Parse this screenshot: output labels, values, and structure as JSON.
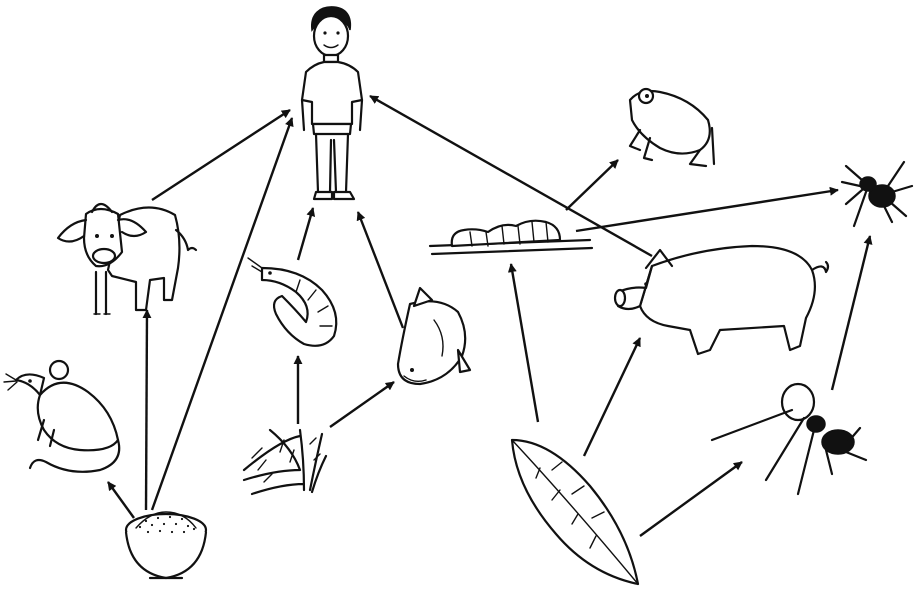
{
  "diagram": {
    "type": "food-web",
    "organisms": [
      {
        "id": "human",
        "icon": "human-icon"
      },
      {
        "id": "buffalo",
        "icon": "buffalo-icon"
      },
      {
        "id": "rat",
        "icon": "rat-icon"
      },
      {
        "id": "rice",
        "icon": "rice-bowl-icon"
      },
      {
        "id": "shrimp",
        "icon": "shrimp-icon"
      },
      {
        "id": "fish",
        "icon": "fish-icon"
      },
      {
        "id": "water-plant",
        "icon": "water-plant-icon"
      },
      {
        "id": "caterpillar",
        "icon": "caterpillar-icon"
      },
      {
        "id": "frog",
        "icon": "frog-icon"
      },
      {
        "id": "spider",
        "icon": "spider-icon"
      },
      {
        "id": "pig",
        "icon": "pig-icon"
      },
      {
        "id": "ant",
        "icon": "ant-icon"
      },
      {
        "id": "leaf",
        "icon": "leaf-icon"
      }
    ],
    "links": [
      {
        "from": "buffalo",
        "to": "human"
      },
      {
        "from": "rice",
        "to": "human"
      },
      {
        "from": "rice",
        "to": "buffalo"
      },
      {
        "from": "rice",
        "to": "rat"
      },
      {
        "from": "shrimp",
        "to": "human"
      },
      {
        "from": "fish",
        "to": "human"
      },
      {
        "from": "water-plant",
        "to": "shrimp"
      },
      {
        "from": "water-plant",
        "to": "fish"
      },
      {
        "from": "pig",
        "to": "human"
      },
      {
        "from": "caterpillar",
        "to": "frog"
      },
      {
        "from": "caterpillar",
        "to": "spider"
      },
      {
        "from": "leaf",
        "to": "caterpillar"
      },
      {
        "from": "leaf",
        "to": "pig"
      },
      {
        "from": "leaf",
        "to": "ant"
      },
      {
        "from": "ant",
        "to": "spider"
      }
    ]
  }
}
